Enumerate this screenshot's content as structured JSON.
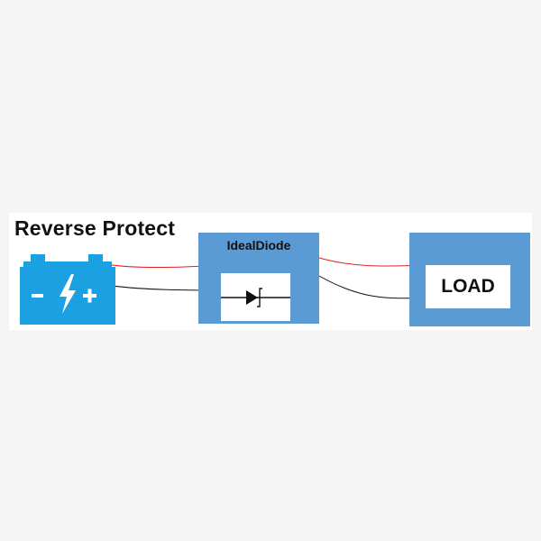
{
  "diagram": {
    "title": "Reverse Protect",
    "battery": {
      "icon": "car-battery-icon",
      "color": "#1ba1e2",
      "negative_symbol": "−",
      "positive_symbol": "+"
    },
    "ideal_diode": {
      "label": "IdealDiode",
      "icon": "schottky-diode-icon",
      "block_color": "#5b9bd5"
    },
    "load": {
      "label": "LOAD",
      "block_color": "#5b9bd5"
    },
    "wires": {
      "positive_color": "#e02020",
      "negative_color": "#111111"
    }
  }
}
